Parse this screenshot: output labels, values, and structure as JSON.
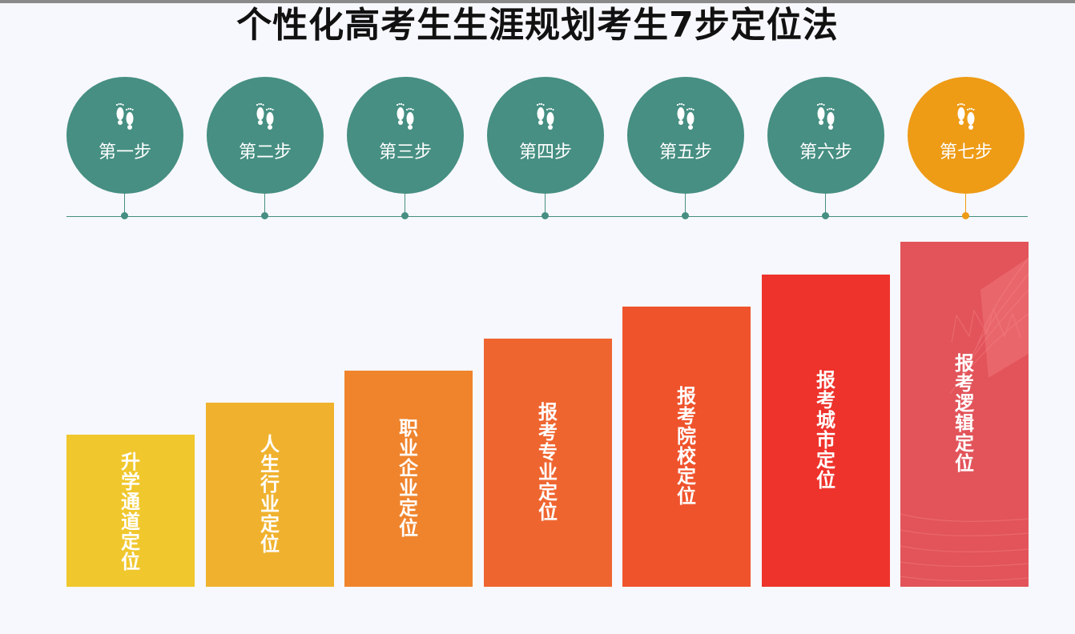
{
  "title": "个性化高考生生涯规划考生7步定位法",
  "colors": {
    "step_default": "#468f82",
    "step_active": "#ee9b16",
    "bar_1": "#f0c72c",
    "bar_2": "#f0b22e",
    "bar_3": "#ef842d",
    "bar_4": "#ef6530",
    "bar_5": "#ef532c",
    "bar_6": "#ee332c",
    "bar_7": "#e2545a"
  },
  "steps": [
    {
      "label": "第一步",
      "icon": "footprints-icon",
      "active": false
    },
    {
      "label": "第二步",
      "icon": "footprints-icon",
      "active": false
    },
    {
      "label": "第三步",
      "icon": "footprints-icon",
      "active": false
    },
    {
      "label": "第四步",
      "icon": "footprints-icon",
      "active": false
    },
    {
      "label": "第五步",
      "icon": "footprints-icon",
      "active": false
    },
    {
      "label": "第六步",
      "icon": "footprints-icon",
      "active": false
    },
    {
      "label": "第七步",
      "icon": "footprints-icon",
      "active": true
    }
  ],
  "bars": [
    {
      "label": "升学通道定位"
    },
    {
      "label": "人生行业定位"
    },
    {
      "label": "职业企业定位"
    },
    {
      "label": "报考专业定位"
    },
    {
      "label": "报考院校定位"
    },
    {
      "label": "报考城市定位"
    },
    {
      "label": "报考逻辑定位"
    }
  ]
}
